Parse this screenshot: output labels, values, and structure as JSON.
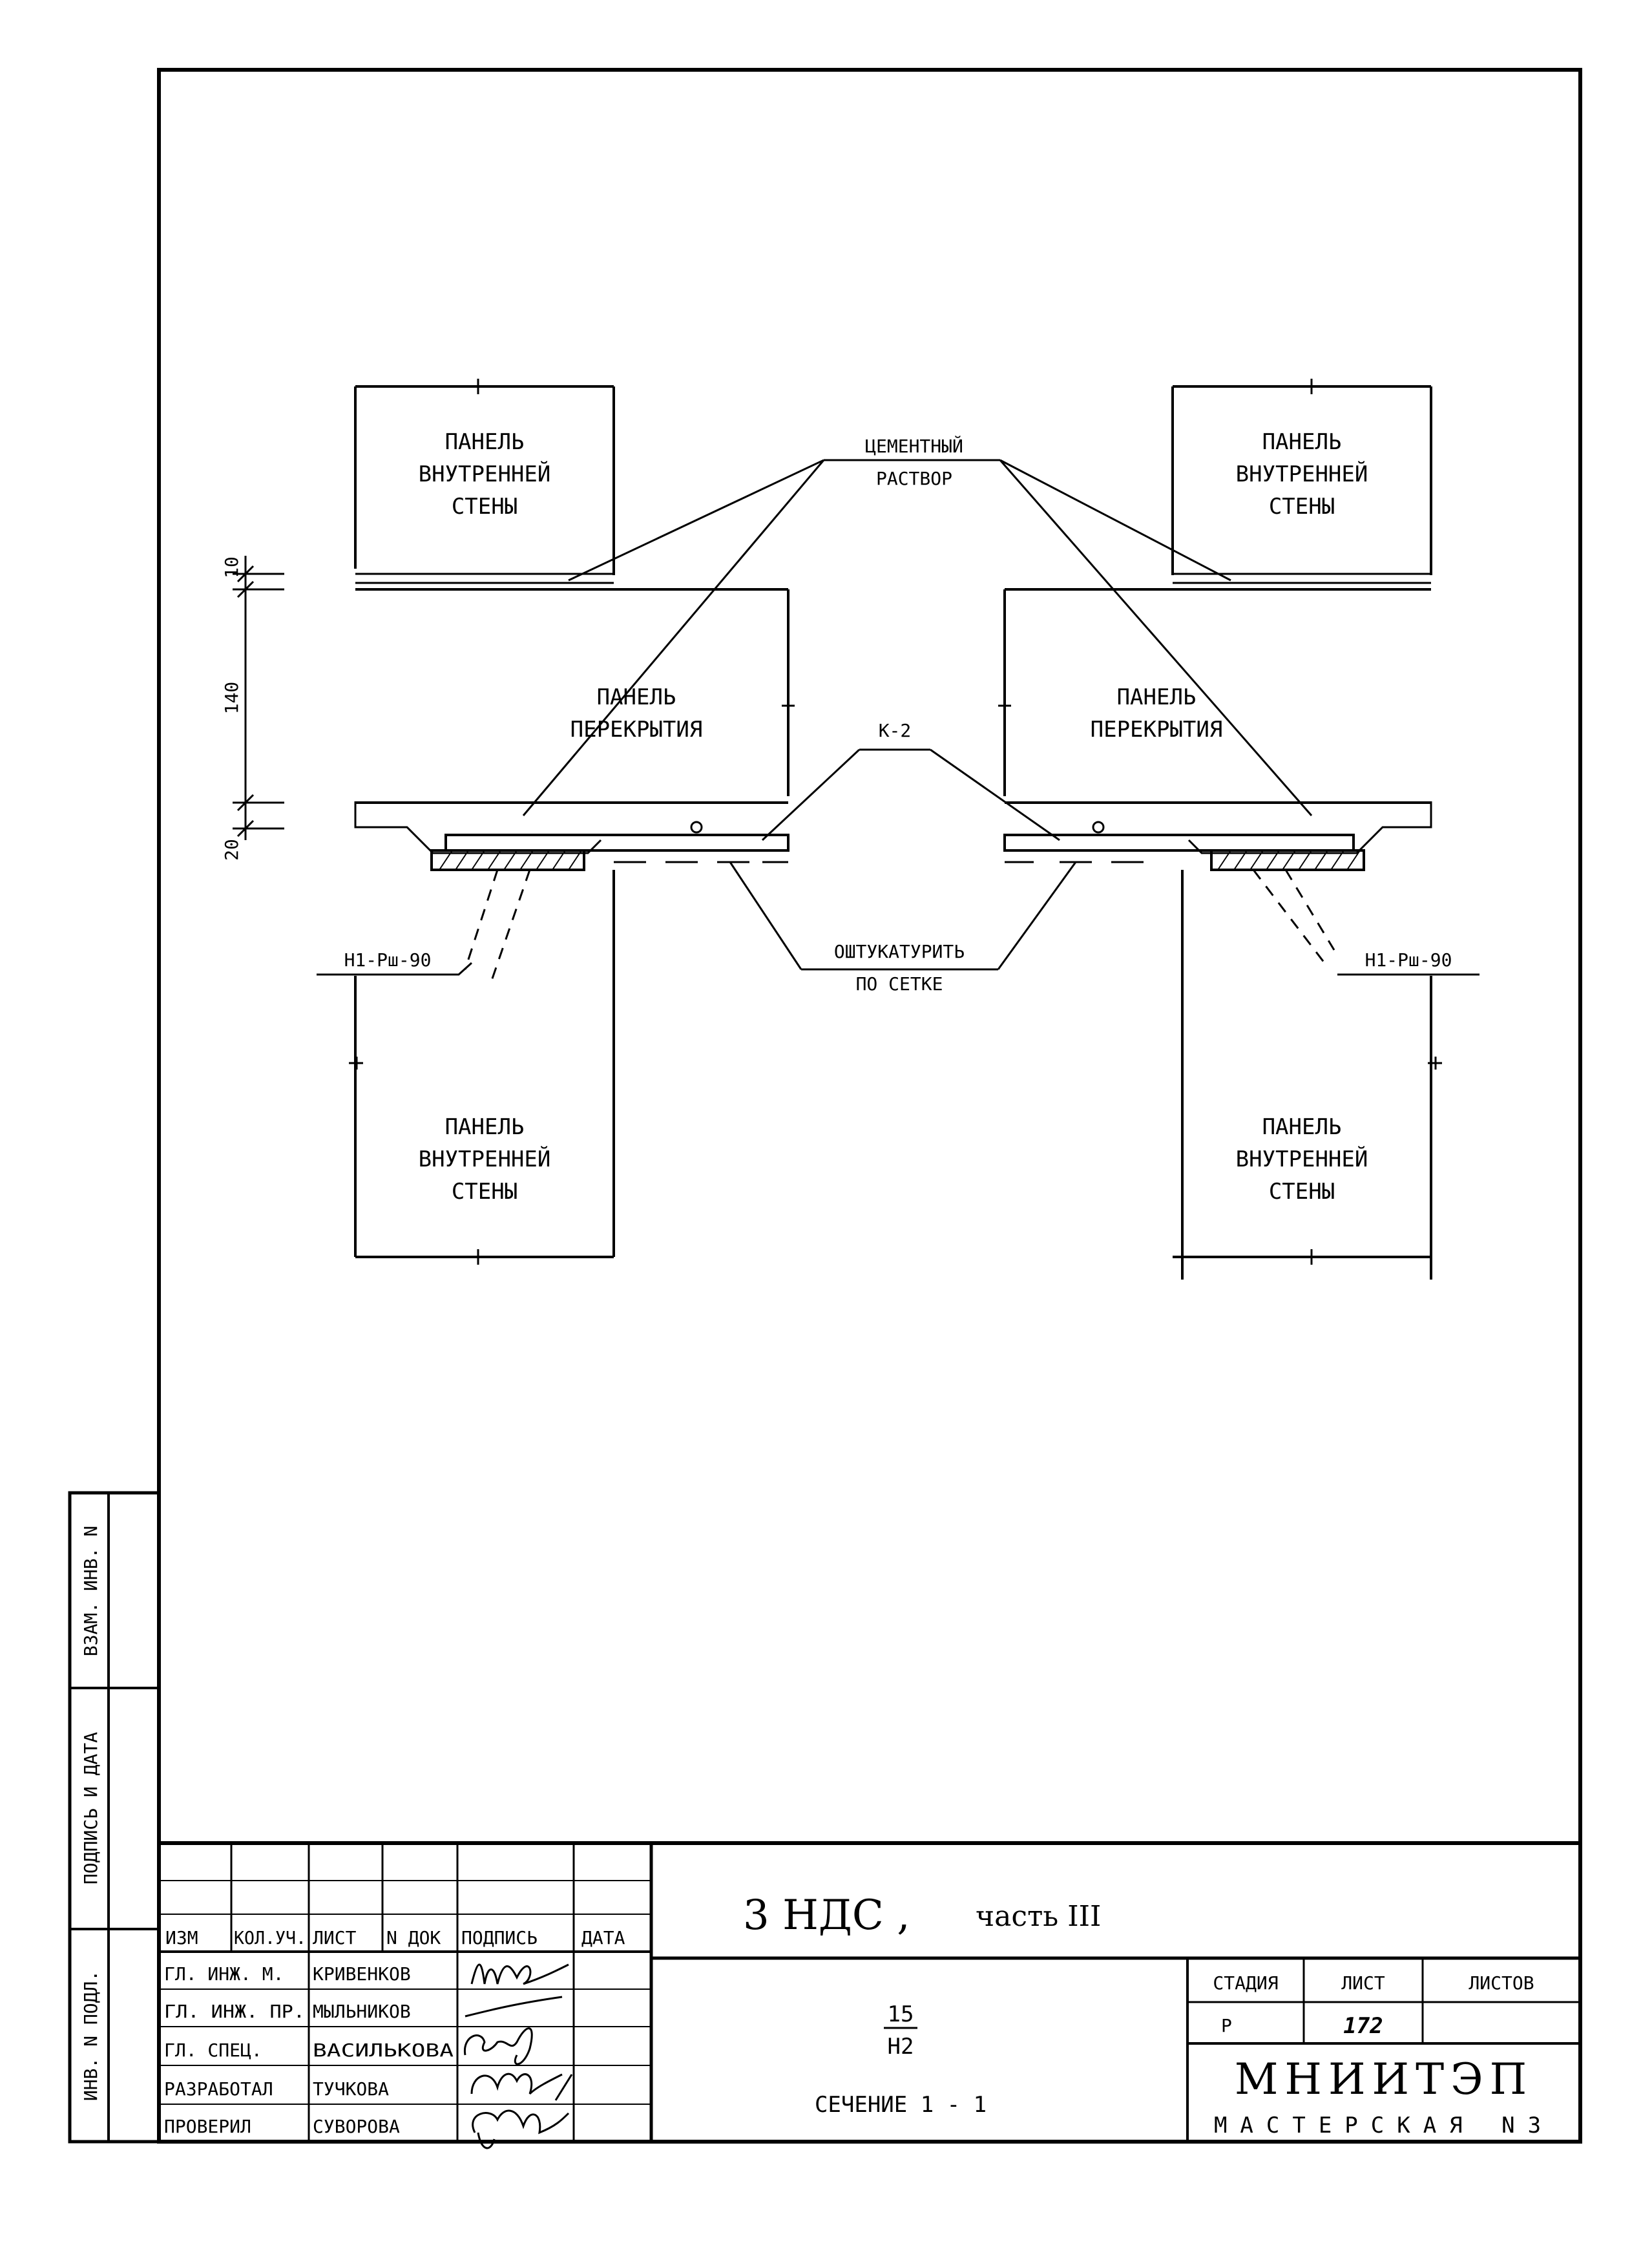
{
  "drawing": {
    "panel_wall_label": [
      "ПАНЕЛЬ",
      "ВНУТРЕННЕЙ",
      "СТЕНЫ"
    ],
    "panel_floor_label": [
      "ПАНЕЛЬ",
      "ПЕРЕКРЫТИЯ"
    ],
    "mortar_label": [
      "ЦЕМЕНТНЫЙ",
      "РАСТВОР"
    ],
    "k2_label": "К-2",
    "plaster_label": [
      "ОШТУКАТУРИТЬ",
      "ПО СЕТКЕ"
    ],
    "rod_label": "Н1-Рш-90",
    "dim_top": "10",
    "dim_mid": "140",
    "dim_bottom": "20"
  },
  "side_stamp": {
    "vzam_inv": "ВЗАМ. ИНВ. N",
    "podpis_data": "ПОДПИСЬ И ДАТА",
    "inv_podl": "ИНВ. N ПОДЛ."
  },
  "title_block": {
    "headers": [
      "ИЗМ",
      "КОЛ.УЧ.",
      "ЛИСТ",
      "N ДОК",
      "ПОДПИСЬ",
      "ДАТА"
    ],
    "roles": [
      {
        "role": "ГЛ. ИНЖ. М.",
        "name": "КРИВЕНКОВ"
      },
      {
        "role": "ГЛ. ИНЖ. ПР.",
        "name": "МЫЛЬНИКОВ"
      },
      {
        "role": "ГЛ. СПЕЦ.",
        "name": "ВАСИЛЬКОВА"
      },
      {
        "role": "РАЗРАБОТАЛ",
        "name": "ТУЧКОВА"
      },
      {
        "role": "ПРОВЕРИЛ",
        "name": "СУВОРОВА"
      }
    ],
    "project": "3 НДС ,",
    "part": "часть III",
    "code_top": "15",
    "code_bottom": "Н2",
    "section": "СЕЧЕНИЕ 1 - 1",
    "stage_header": "СТАДИЯ",
    "sheet_header": "ЛИСТ",
    "sheets_header": "ЛИСТОВ",
    "stage": "Р",
    "sheet": "172",
    "sheets": "",
    "org": "МНИИТЭП",
    "workshop": "МАСТЕРСКАЯ N3"
  }
}
